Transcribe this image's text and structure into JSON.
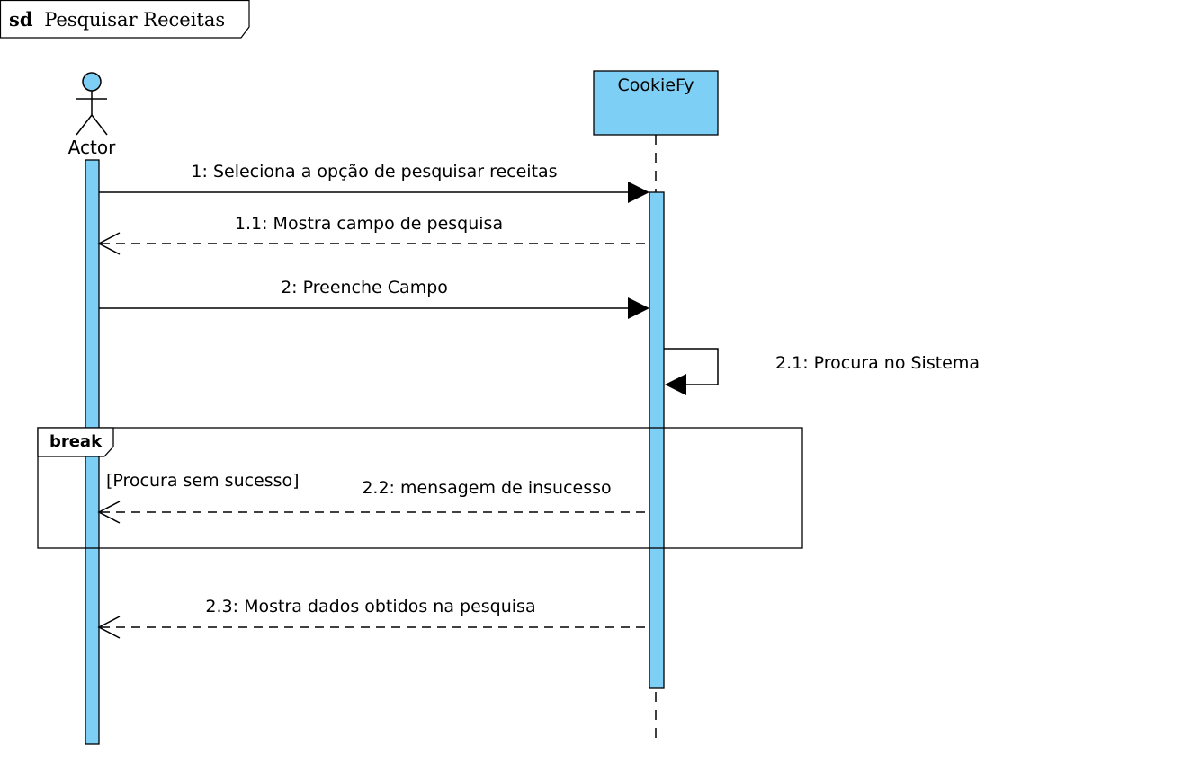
{
  "frame": {
    "keyword": "sd",
    "name": "Pesquisar Receitas"
  },
  "participants": {
    "actor": {
      "label": "Actor"
    },
    "system": {
      "label": "CookieFy"
    }
  },
  "messages": {
    "m1": "1: Seleciona a opção de pesquisar receitas",
    "m1_1": "1.1: Mostra campo de pesquisa",
    "m2": "2: Preenche Campo",
    "m2_1": "2.1: Procura no Sistema",
    "m2_2": "2.2: mensagem de insucesso",
    "m2_3": "2.3: Mostra dados obtidos na pesquisa"
  },
  "fragment": {
    "operator": "break",
    "guard": "[Procura sem sucesso]"
  },
  "colors": {
    "fill": "#7ecff5",
    "stroke": "#000000",
    "background": "#ffffff"
  }
}
